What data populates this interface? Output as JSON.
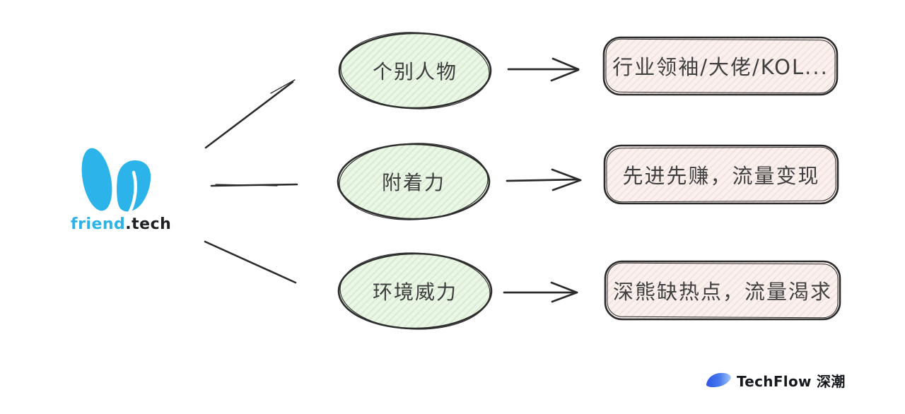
{
  "canvas": {
    "background": "#ffffff"
  },
  "brand_logo": {
    "primary": "friend",
    "secondary": ".tech",
    "primary_color": "#2cb3ea",
    "secondary_color": "#1f2023",
    "icon": "bunny-ears-icon"
  },
  "diagram": {
    "branches": [
      {
        "node_label": "个别人物",
        "outcome_label": "行业领袖/大佬/KOL..."
      },
      {
        "node_label": "附着力",
        "outcome_label": "先进先赚，流量变现"
      },
      {
        "node_label": "环境威力",
        "outcome_label": "深熊缺热点，流量渴求"
      }
    ],
    "colors": {
      "node_fill": "#eaf6e6",
      "node_hatch": "#d6e9ce",
      "outcome_fill": "#faf1ee",
      "outcome_hatch": "#f2e0db",
      "ink": "#2d2d2d"
    }
  },
  "footer_brand": {
    "label": "TechFlow 深潮",
    "text_color": "#15181d",
    "icon": "leaf-icon",
    "icon_color_start": "#2b57e8",
    "icon_color_end": "#a5c8f9"
  }
}
